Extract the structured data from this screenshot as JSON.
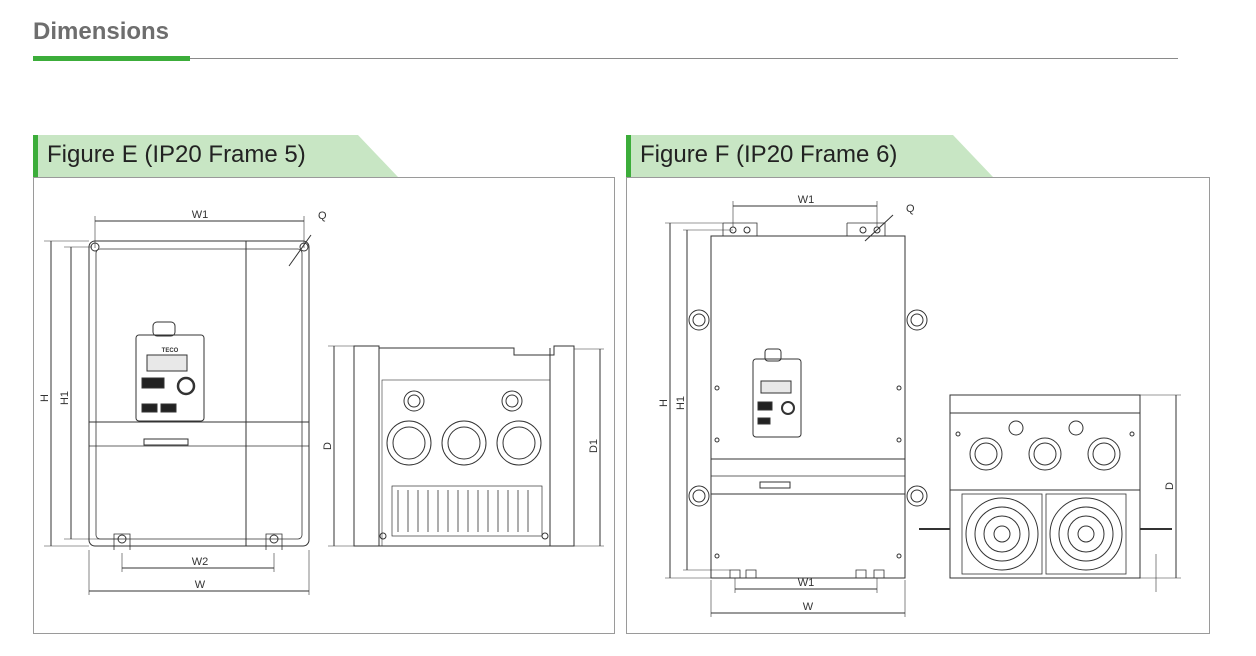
{
  "page": {
    "title": "Dimensions"
  },
  "figures": [
    {
      "label": "Figure E (IP20 Frame 5)",
      "front_dims": {
        "w1": "W1",
        "q": "Q",
        "h": "H",
        "h1": "H1",
        "w2": "W2",
        "w": "W"
      },
      "side_dims": {
        "d": "D",
        "d1": "D1"
      },
      "keypad_logo": "TECO"
    },
    {
      "label": "Figure F (IP20 Frame 6)",
      "front_dims": {
        "w1_top": "W1",
        "q": "Q",
        "h": "H",
        "h1": "H1",
        "w1_bottom": "W1",
        "w": "W"
      },
      "side_dims": {
        "d": "D"
      }
    }
  ]
}
